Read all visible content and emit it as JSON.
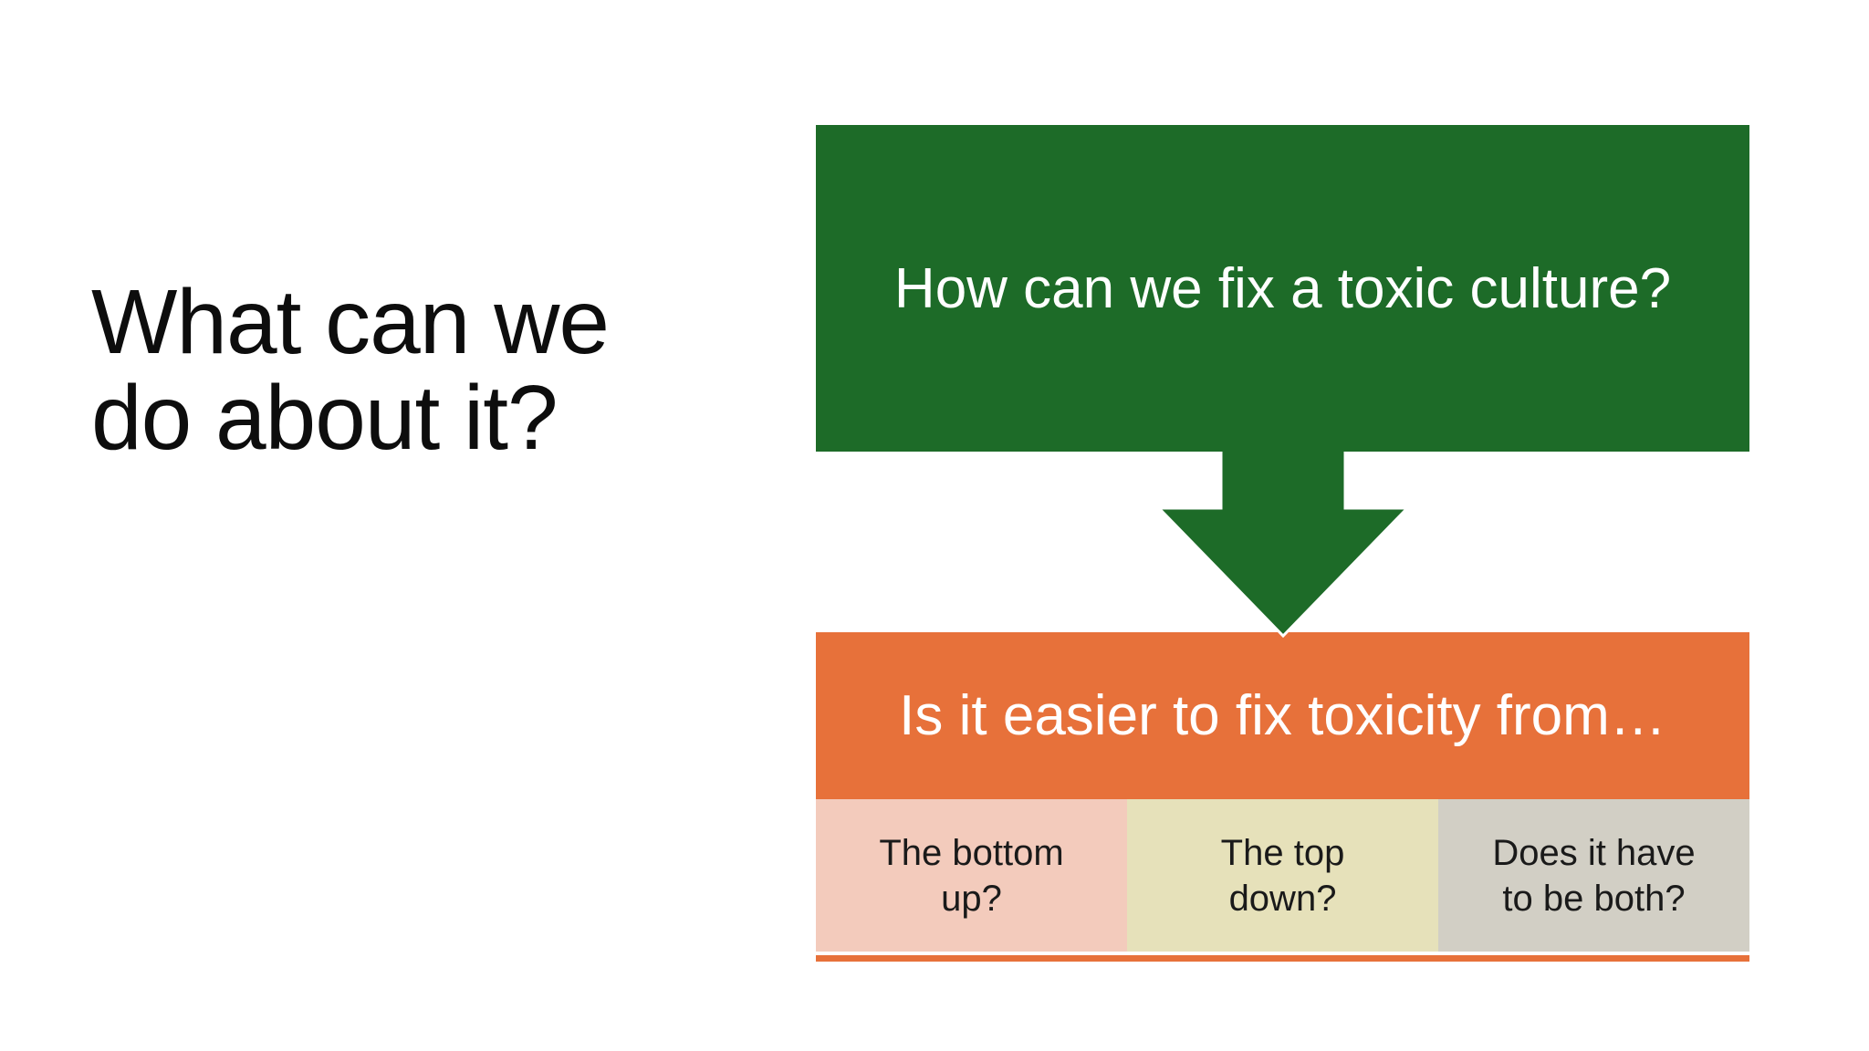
{
  "slide": {
    "background_color": "#ffffff",
    "title": "What can we\ndo about it?",
    "title_color": "#0d0d0d"
  },
  "flow": {
    "top_box": {
      "label": "How can we fix a toxic culture?",
      "fill_color": "#1D6B28",
      "text_color": "#ffffff"
    },
    "arrow": {
      "direction": "down",
      "fill_color": "#1D6B28",
      "outline_color": "#ffffff"
    },
    "question_box": {
      "label": "Is it easier to fix toxicity from…",
      "fill_color": "#E7713A",
      "text_color": "#ffffff"
    },
    "options": [
      {
        "label": "The bottom\nup?",
        "fill_color": "#F3CBBC",
        "text_color": "#1a1a1a"
      },
      {
        "label": "The top\ndown?",
        "fill_color": "#E6E1BA",
        "text_color": "#1a1a1a"
      },
      {
        "label": "Does it have\nto be both?",
        "fill_color": "#D2CFC5",
        "text_color": "#1a1a1a"
      }
    ],
    "accent_bar_color": "#E7713A"
  }
}
